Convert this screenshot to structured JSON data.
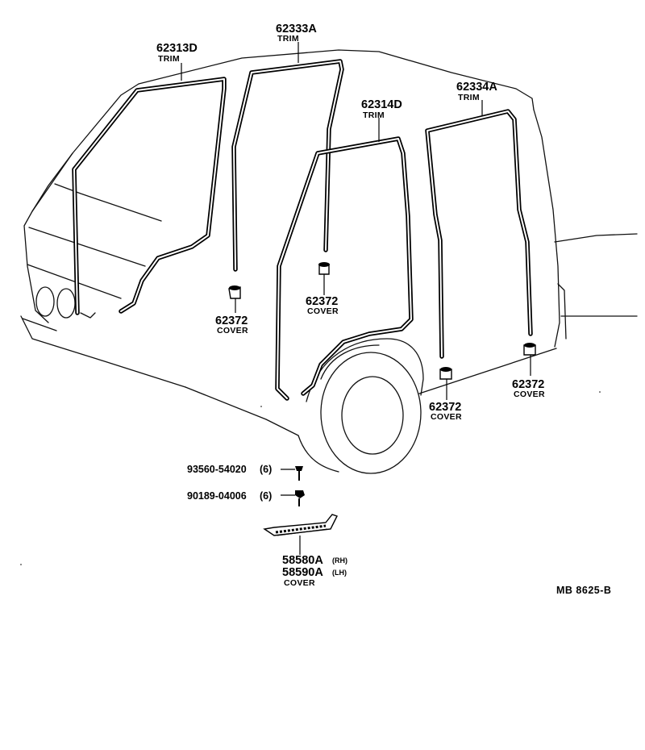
{
  "labels": {
    "trim_62313d": {
      "number": "62313D",
      "desc": "TRIM"
    },
    "trim_62333a": {
      "number": "62333A",
      "desc": "TRIM"
    },
    "trim_62314d": {
      "number": "62314D",
      "desc": "TRIM"
    },
    "trim_62334a": {
      "number": "62334A",
      "desc": "TRIM"
    },
    "cover_1": {
      "number": "62372",
      "desc": "COVER"
    },
    "cover_2": {
      "number": "62372",
      "desc": "COVER"
    },
    "cover_3": {
      "number": "62372",
      "desc": "COVER"
    },
    "cover_4": {
      "number": "62372",
      "desc": "COVER"
    },
    "screw": {
      "number": "93560-54020",
      "qty": "(6)"
    },
    "nut": {
      "number": "90189-04006",
      "qty": "(6)"
    },
    "step_cover": {
      "rh_number": "58580A",
      "rh_side": "(RH)",
      "lh_number": "58590A",
      "lh_side": "(LH)",
      "desc": "COVER"
    }
  },
  "diagram_code": "MB  8625-B"
}
